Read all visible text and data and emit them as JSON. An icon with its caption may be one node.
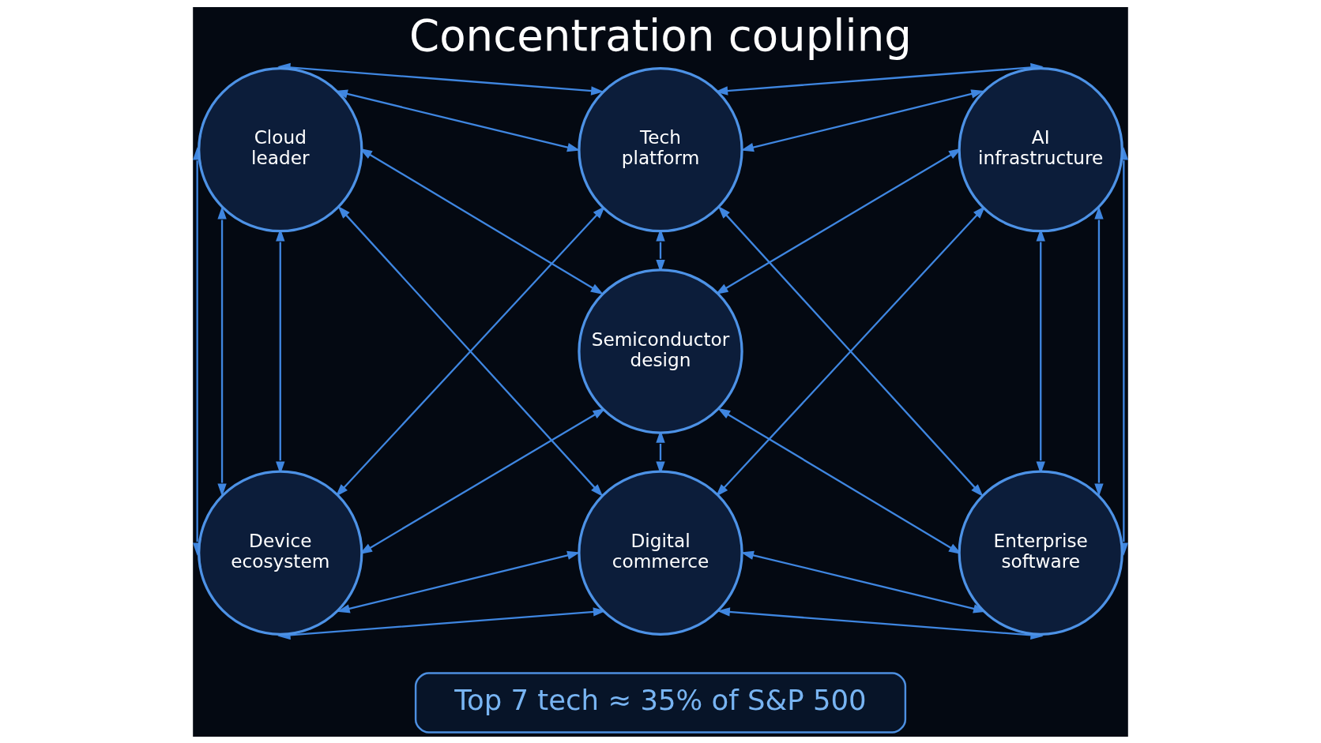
{
  "diagram": {
    "title": "Concentration coupling",
    "nodes": [
      {
        "text": [
          "Tech platform"
        ]
      },
      {
        "text": [
          "Cloud leader"
        ]
      },
      {
        "text": [
          "AI infrastructure"
        ]
      },
      {
        "text": [
          "Semiconductor design"
        ]
      },
      {
        "text": [
          "Device ecosystem"
        ]
      },
      {
        "text": [
          "Enterprise software"
        ]
      },
      {
        "text": [
          "Digital commerce"
        ]
      },
      {
        "text": [
          "Top 7 tech ≈ 35% of S&P 500"
        ]
      }
    ],
    "edges": [
      {
        "from": 1,
        "to": 0,
        "arrow": "both"
      },
      {
        "from": 1,
        "to": 0,
        "arrow": "both"
      },
      {
        "from": 0,
        "to": 2,
        "arrow": "both"
      },
      {
        "from": 0,
        "to": 2,
        "arrow": "both"
      },
      {
        "from": 0,
        "to": 3,
        "arrow": "both"
      },
      {
        "from": 4,
        "to": 0,
        "arrow": "both"
      },
      {
        "from": 0,
        "to": 5,
        "arrow": "both"
      },
      {
        "from": 1,
        "to": 3,
        "arrow": "both"
      },
      {
        "from": 1,
        "to": 6,
        "arrow": "both"
      },
      {
        "from": 1,
        "to": 4,
        "arrow": "both"
      },
      {
        "from": 1,
        "to": 4,
        "arrow": "both"
      },
      {
        "from": 1,
        "to": 4,
        "arrow": "both"
      },
      {
        "from": 3,
        "to": 2,
        "arrow": "both"
      },
      {
        "from": 6,
        "to": 2,
        "arrow": "both"
      },
      {
        "from": 2,
        "to": 5,
        "arrow": "both"
      },
      {
        "from": 2,
        "to": 5,
        "arrow": "both"
      },
      {
        "from": 2,
        "to": 5,
        "arrow": "both"
      },
      {
        "from": 4,
        "to": 3,
        "arrow": "both"
      },
      {
        "from": 3,
        "to": 5,
        "arrow": "both"
      },
      {
        "from": 3,
        "to": 6,
        "arrow": "both"
      },
      {
        "from": 4,
        "to": 6,
        "arrow": "both"
      },
      {
        "from": 4,
        "to": 6,
        "arrow": "both"
      },
      {
        "from": 6,
        "to": 5,
        "arrow": "both"
      },
      {
        "from": 6,
        "to": 5,
        "arrow": "both"
      }
    ]
  }
}
